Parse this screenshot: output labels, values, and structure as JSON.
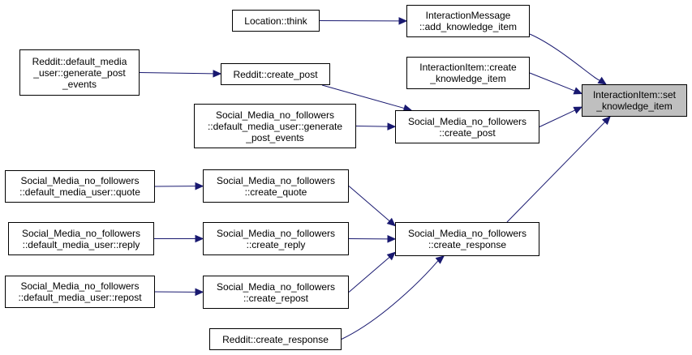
{
  "colors": {
    "edge": "#191970",
    "node_border": "#000000",
    "focus_fill": "#bfbfbf"
  },
  "nodes": {
    "set_ki": {
      "lines": [
        "InteractionItem::set",
        "_knowledge_item"
      ],
      "focus": true
    },
    "im_add": {
      "lines": [
        "InteractionMessage",
        "::add_knowledge_item"
      ]
    },
    "ii_create": {
      "lines": [
        "InteractionItem::create",
        "_knowledge_item"
      ]
    },
    "loc_think": {
      "lines": [
        "Location::think"
      ]
    },
    "reddit_dmu": {
      "lines": [
        "Reddit::default_media",
        "_user::generate_post",
        "_events"
      ]
    },
    "reddit_cp": {
      "lines": [
        "Reddit::create_post"
      ]
    },
    "smnf_dmu_gp": {
      "lines": [
        "Social_Media_no_followers",
        "::default_media_user::generate",
        "_post_events"
      ]
    },
    "smnf_cp": {
      "lines": [
        "Social_Media_no_followers",
        "::create_post"
      ]
    },
    "smnf_quote": {
      "lines": [
        "Social_Media_no_followers",
        "::default_media_user::quote"
      ]
    },
    "smnf_cq": {
      "lines": [
        "Social_Media_no_followers",
        "::create_quote"
      ]
    },
    "smnf_reply": {
      "lines": [
        "Social_Media_no_followers",
        "::default_media_user::reply"
      ]
    },
    "smnf_crp": {
      "lines": [
        "Social_Media_no_followers",
        "::create_reply"
      ]
    },
    "smnf_repost": {
      "lines": [
        "Social_Media_no_followers",
        "::default_media_user::repost"
      ]
    },
    "smnf_crpo": {
      "lines": [
        "Social_Media_no_followers",
        "::create_repost"
      ]
    },
    "smnf_cr": {
      "lines": [
        "Social_Media_no_followers",
        "::create_response"
      ]
    },
    "reddit_cr": {
      "lines": [
        "Reddit::create_response"
      ]
    }
  },
  "edges": [
    {
      "from": "loc_think",
      "to": "im_add"
    },
    {
      "from": "im_add",
      "to": "set_ki"
    },
    {
      "from": "ii_create",
      "to": "set_ki"
    },
    {
      "from": "reddit_dmu",
      "to": "reddit_cp"
    },
    {
      "from": "reddit_cp",
      "to": "smnf_cp"
    },
    {
      "from": "smnf_dmu_gp",
      "to": "smnf_cp"
    },
    {
      "from": "smnf_cp",
      "to": "set_ki"
    },
    {
      "from": "smnf_cr",
      "to": "set_ki"
    },
    {
      "from": "smnf_quote",
      "to": "smnf_cq"
    },
    {
      "from": "smnf_reply",
      "to": "smnf_crp"
    },
    {
      "from": "smnf_repost",
      "to": "smnf_crpo"
    },
    {
      "from": "smnf_cq",
      "to": "smnf_cr"
    },
    {
      "from": "smnf_crp",
      "to": "smnf_cr"
    },
    {
      "from": "smnf_crpo",
      "to": "smnf_cr"
    },
    {
      "from": "reddit_cr",
      "to": "smnf_cr"
    }
  ]
}
